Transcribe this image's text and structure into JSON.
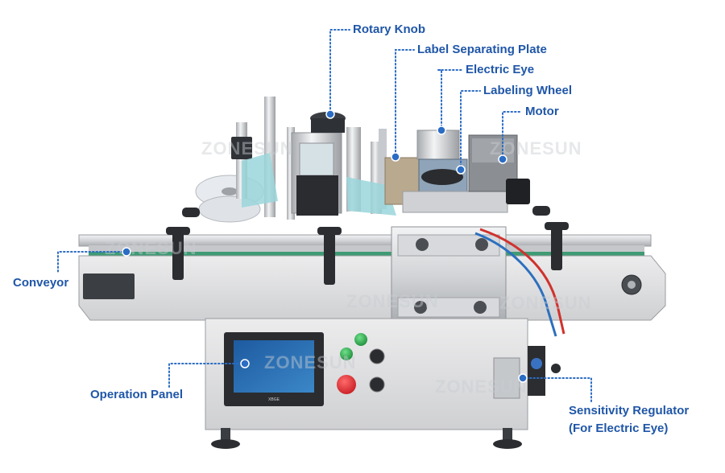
{
  "callouts": {
    "rotary_knob": "Rotary Knob",
    "label_separating_plate": "Label Separating Plate",
    "electric_eye": "Electric Eye",
    "labeling_wheel": "Labeling Wheel",
    "motor": "Motor",
    "conveyor": "Conveyor",
    "operation_panel": "Operation Panel",
    "sensitivity_regulator_line1": "Sensitivity Regulator",
    "sensitivity_regulator_line2": "(For Electric Eye)"
  },
  "watermark": "ZONESUN",
  "screen_brand": "XBGE",
  "colors": {
    "callout_text": "#1f56a8",
    "leader_dots": "#2b6cc4",
    "machine_body": "#d9dadc",
    "conveyor_belt": "#3e9b74",
    "start_button": "#2fa24a",
    "stop_button": "#d7282d"
  }
}
